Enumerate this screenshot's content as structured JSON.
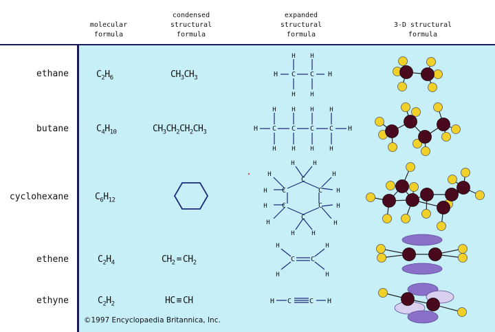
{
  "headers": {
    "molecular": "molecular\nformula",
    "condensed": "condensed\nstructural\nformula",
    "expanded": "expanded\nstructural\nformula",
    "three_d": "3-D structural\nformula"
  },
  "rows": [
    {
      "name": "ethane",
      "molecular": [
        "C",
        "2",
        "H",
        "6"
      ],
      "condensed": [
        "CH",
        "3",
        "CH",
        "3"
      ]
    },
    {
      "name": "butane",
      "molecular": [
        "C",
        "4",
        "H",
        "10"
      ],
      "condensed": [
        "CH",
        "3",
        "CH",
        "2",
        "CH",
        "2",
        "CH",
        "3"
      ]
    },
    {
      "name": "cyclohexane",
      "molecular": [
        "C",
        "6",
        "H",
        "12"
      ]
    },
    {
      "name": "ethene",
      "molecular": [
        "C",
        "2",
        "H",
        "4"
      ],
      "condensed": [
        "CH",
        "2",
        "=",
        "CH",
        "2"
      ]
    },
    {
      "name": "ethyne",
      "molecular": [
        "C",
        "2",
        "H",
        "2"
      ],
      "condensed": [
        "HC",
        "≡",
        "CH"
      ]
    }
  ],
  "atom_labels": {
    "carbon": "C",
    "hydrogen": "H"
  },
  "expanded": {
    "ethyne": [
      "H",
      "C",
      "C",
      "H"
    ]
  },
  "colors": {
    "panel": "#c6eff8",
    "carbon_atom": "#4a0a1e",
    "hydrogen_atom": "#f2d02a",
    "pi_orbital": "#8a70c8",
    "pi_orbital_light": "#d9d0f0",
    "rule": "#1a1a5a"
  },
  "copyright": "©1997 Encyclopaedia Britannica, Inc."
}
